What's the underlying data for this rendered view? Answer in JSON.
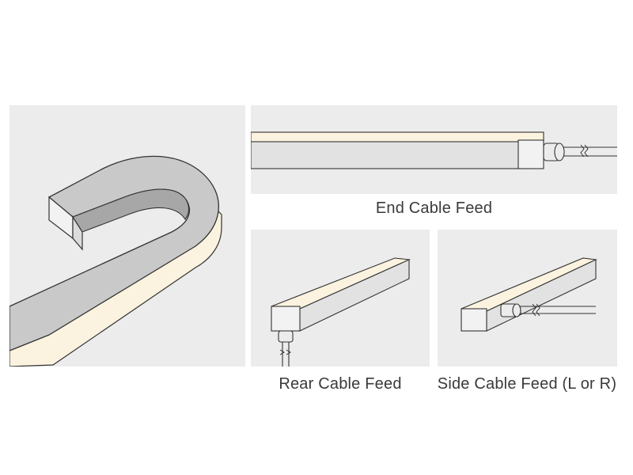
{
  "captions": {
    "end": "End Cable Feed",
    "rear": "Rear Cable Feed",
    "side": "Side Cable Feed (L or R)"
  },
  "colors": {
    "panel_bg": "#ececec",
    "profile_grey": "#c9c9c9",
    "profile_dark": "#a7a7a7",
    "diffuser_glow": "#fbf3df",
    "outline": "#333333"
  }
}
